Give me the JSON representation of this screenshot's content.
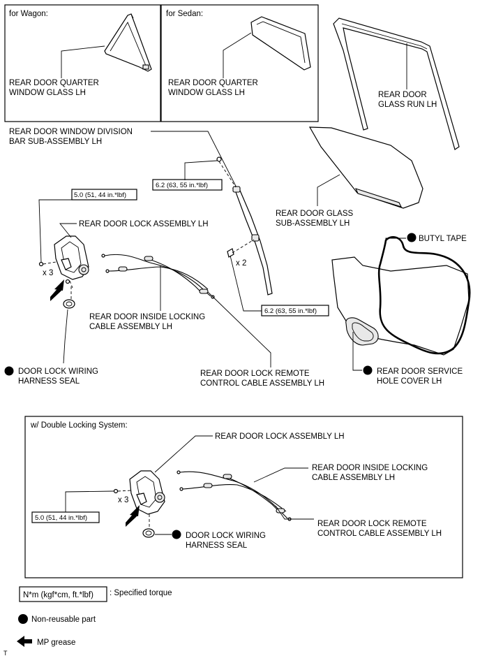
{
  "panels": {
    "wagon_title": "for Wagon:",
    "sedan_title": "for Sedan:",
    "double_lock_title": "w/ Double Locking System:"
  },
  "labels": {
    "wagon_quarter_glass": [
      "REAR DOOR QUARTER",
      "WINDOW GLASS LH"
    ],
    "sedan_quarter_glass": [
      "REAR DOOR QUARTER",
      "WINDOW GLASS LH"
    ],
    "glass_run": [
      "REAR DOOR",
      "GLASS RUN LH"
    ],
    "division_bar": [
      "REAR DOOR WINDOW DIVISION",
      "BAR SUB-ASSEMBLY LH"
    ],
    "glass_sub": [
      "REAR DOOR GLASS",
      "SUB-ASSEMBLY LH"
    ],
    "butyl_tape": "BUTYL TAPE",
    "lock_assembly": "REAR DOOR LOCK ASSEMBLY LH",
    "inside_cable": [
      "REAR DOOR INSIDE LOCKING",
      "CABLE ASSEMBLY LH"
    ],
    "harness_seal": [
      "DOOR LOCK WIRING",
      "HARNESS SEAL"
    ],
    "remote_cable": [
      "REAR DOOR LOCK REMOTE",
      "CONTROL CABLE ASSEMBLY LH"
    ],
    "service_cover": [
      "REAR DOOR SERVICE",
      "HOLE COVER LH"
    ],
    "x3": "x 3",
    "x2": "x 2",
    "lower_lock_assembly": "REAR DOOR LOCK ASSEMBLY LH",
    "lower_inside_cable": [
      "REAR DOOR INSIDE LOCKING",
      "CABLE ASSEMBLY LH"
    ],
    "lower_remote_cable": [
      "REAR DOOR LOCK REMOTE",
      "CONTROL CABLE ASSEMBLY LH"
    ],
    "lower_harness_seal": [
      "DOOR LOCK WIRING",
      "HARNESS SEAL"
    ],
    "lower_x3": "x 3"
  },
  "torques": {
    "bar_top": "6.2 (63, 55 in.*lbf)",
    "bar_bottom": "6.2 (63, 55 in.*lbf)",
    "lock_screws": "5.0 (51, 44 in.*lbf)",
    "lower_lock_screws": "5.0 (51, 44 in.*lbf)"
  },
  "legend": {
    "torque_box": "N*m (kgf*cm, ft.*lbf)",
    "torque_text": ": Specified torque",
    "nonreusable_text": "Non-reusable part",
    "grease_text": "MP grease",
    "corner_mark": "T"
  }
}
